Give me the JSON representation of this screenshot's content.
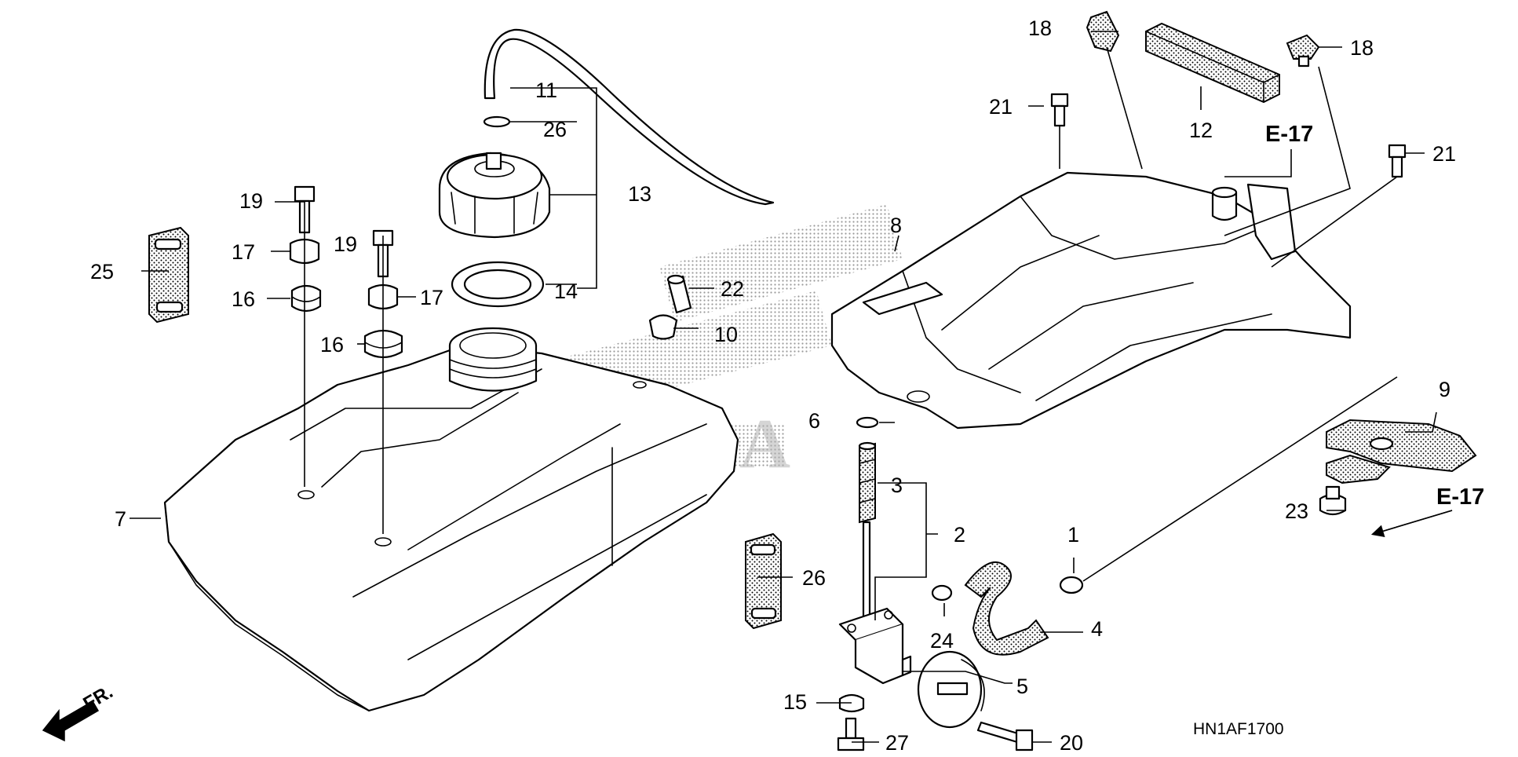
{
  "diagram": {
    "code": "HN1AF1700",
    "direction_label": "FR.",
    "ref_labels": [
      "E-17",
      "E-17"
    ],
    "watermark": "HONDA",
    "callouts": [
      "1",
      "2",
      "3",
      "4",
      "5",
      "6",
      "7",
      "8",
      "9",
      "10",
      "11",
      "12",
      "13",
      "14",
      "15",
      "16",
      "16",
      "17",
      "17",
      "18",
      "18",
      "19",
      "19",
      "20",
      "21",
      "21",
      "22",
      "23",
      "24",
      "25",
      "26",
      "26",
      "27"
    ]
  }
}
